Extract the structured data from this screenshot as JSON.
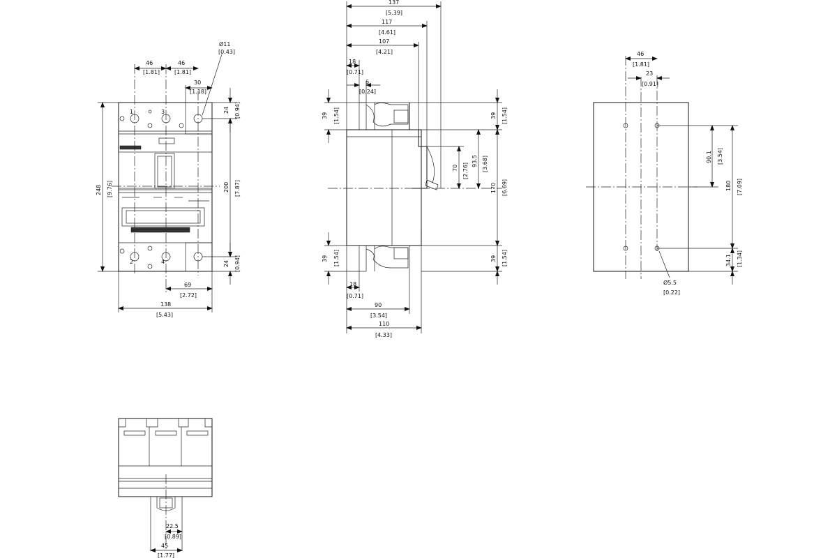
{
  "front_view": {
    "dims": {
      "pole_pitch_1": "46",
      "pole_pitch_1_in": "[1.81]",
      "pole_pitch_2": "46",
      "pole_pitch_2_in": "[1.81]",
      "terminal_offset": "30",
      "terminal_offset_in": "[1.18]",
      "hole_dia": "Ø11",
      "hole_dia_in": "[0.43]",
      "top_terminal": "24",
      "top_terminal_in": "[0.94]",
      "terminal_span": "200",
      "terminal_span_in": "[7.87]",
      "bottom_terminal": "24",
      "bottom_terminal_in": "[0.94]",
      "height": "248",
      "height_in": "[9.76]",
      "half_width": "69",
      "half_width_in": "[2.72]",
      "width": "138",
      "width_in": "[5.43]"
    },
    "pole_marks": {
      "p1": "1",
      "p3": "3",
      "p2": "2",
      "p4": "4"
    }
  },
  "side_view": {
    "dims": {
      "overall": "137",
      "overall_in": "[5.39]",
      "handle_depth": "117",
      "handle_depth_in": "[4.61]",
      "cover_depth": "107",
      "cover_depth_in": "[4.21]",
      "terminal_depth": "18",
      "terminal_depth_in": "[0.71]",
      "small_step": "6",
      "small_step_in": "[0.24]",
      "top_block": "39",
      "top_block_in": "[1.54]",
      "top_block_r": "39",
      "top_block_r_in": "[1.54]",
      "handle_h": "70",
      "handle_h_in": "[2.76]",
      "handle_travel": "93.5",
      "handle_travel_in": "[3.68]",
      "body_h": "170",
      "body_h_in": "[6.69]",
      "bottom_block": "39",
      "bottom_block_in": "[1.54]",
      "bottom_block_r": "39",
      "bottom_block_r_in": "[1.54]",
      "bottom_term": "18",
      "bottom_term_in": "[0.71]",
      "base_depth": "90",
      "base_depth_in": "[3.54]",
      "total_depth": "110",
      "total_depth_in": "[4.33]"
    }
  },
  "mounting_view": {
    "dims": {
      "hole_pitch": "46",
      "hole_pitch_in": "[1.81]",
      "half_pitch": "23",
      "half_pitch_in": "[0.91]",
      "half_height": "90.1",
      "half_height_in": "[3.54]",
      "hole_span": "180",
      "hole_span_in": "[7.09]",
      "edge_offset": "34.1",
      "edge_offset_in": "[1.34]",
      "hole_dia": "Ø5.5",
      "hole_dia_in": "[0.22]"
    }
  },
  "bottom_view": {
    "dims": {
      "half": "22.5",
      "half_in": "[0.89]",
      "full": "45",
      "full_in": "[1.77]"
    }
  }
}
